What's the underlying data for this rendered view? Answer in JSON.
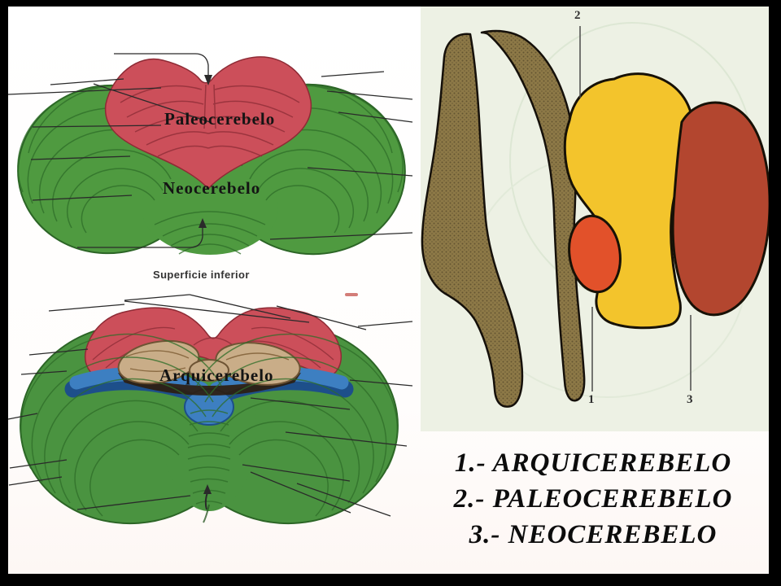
{
  "left_panel": {
    "superior_view": {
      "label_paleocerebelo": "Paleocerebelo",
      "label_neocerebelo": "Neocerebelo",
      "caption": "Superficie inferior"
    },
    "inferior_view": {
      "label_arquicerebelo": "Arquicerebelo"
    }
  },
  "right_panel": {
    "markers": {
      "top": "2",
      "bottom_left": "1",
      "bottom_right": "3"
    },
    "legend": [
      "1.- ARQUICEREBELO",
      "2.- PALEOCEREBELO",
      "3.- NEOCEREBELO"
    ]
  },
  "colors": {
    "frame": "#000000",
    "left_background": "#ffffff",
    "right_background": "#edf1e4",
    "neocerebelo_green": "#4f9a40",
    "green_stripe": "#2e6d28",
    "paleocerebelo_red": "#cc4f5a",
    "red_stripe": "#93303a",
    "arquicerebelo_blue": "#3d7fc1",
    "nodule_tan": "#c9ad88",
    "brainstem_brown": "#8d7947",
    "sagittal_yellow": "#f3c42c",
    "sagittal_orange": "#e2512a",
    "sagittal_brick_red": "#b3462f",
    "outline_dark": "#15100a",
    "red_mark": "#c4524b"
  }
}
